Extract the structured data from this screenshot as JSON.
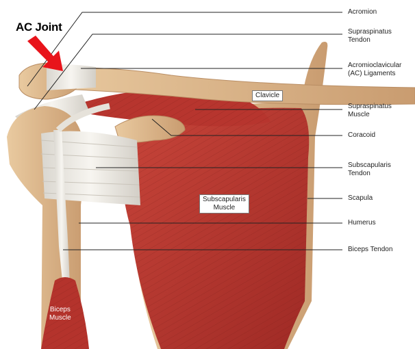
{
  "callout": {
    "title": "AC Joint",
    "arrow_color": "#e8141b"
  },
  "labels": {
    "acromion": "Acromion",
    "supraspinatus_tendon": "Supraspinatus\nTendon",
    "ac_ligaments": "Acromioclavicular\n(AC) Ligaments",
    "clavicle": "Clavicle",
    "supraspinatus_muscle": "Supraspinatus\nMuscle",
    "coracoid": "Coracoid",
    "subscapularis_tendon": "Subscapularis\nTendon",
    "subscapularis_muscle": "Subscapularis\nMuscle",
    "scapula": "Scapula",
    "humerus": "Humerus",
    "biceps_tendon": "Biceps Tendon",
    "biceps_muscle": "Biceps\nMuscle"
  },
  "colors": {
    "muscle": "#b8332c",
    "bone": "#ddb88c",
    "tendon": "#ece9e2",
    "leader_line": "#222222"
  }
}
